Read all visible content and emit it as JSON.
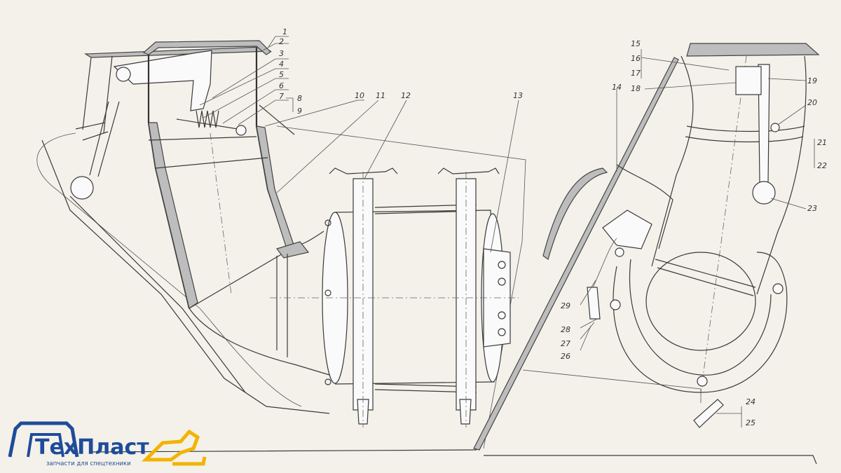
{
  "diagram": {
    "callouts": [
      "1",
      "2",
      "3",
      "4",
      "5",
      "6",
      "7",
      "8",
      "9",
      "10",
      "11",
      "12",
      "13",
      "14",
      "15",
      "16",
      "17",
      "18",
      "19",
      "20",
      "21",
      "22",
      "23",
      "24",
      "25",
      "26",
      "27",
      "28",
      "29"
    ]
  },
  "logo": {
    "name": "ТехПласт",
    "tagline": "запчасти для спецтехники",
    "brand_color": "#1e4c9a",
    "accent_color": "#f2b400"
  }
}
